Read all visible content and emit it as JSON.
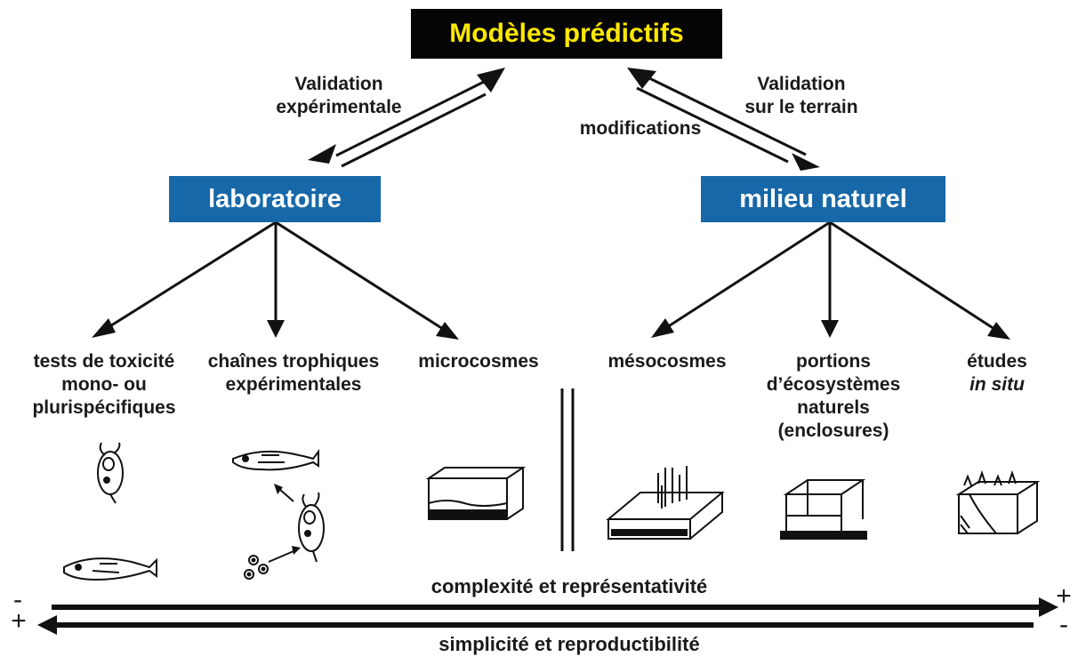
{
  "top": {
    "title": "Modèles prédictifs"
  },
  "validation_left": {
    "line1": "Validation",
    "line2": "expérimentale"
  },
  "validation_right": {
    "line1": "Validation",
    "line2": "sur le terrain"
  },
  "modifications": "modifications",
  "laboratoire": "laboratoire",
  "milieu_naturel": "milieu naturel",
  "lab_items": {
    "tests": {
      "line1": "tests de toxicité",
      "line2": "mono- ou",
      "line3": "plurispécifiques"
    },
    "chaines": {
      "line1": "chaînes trophiques",
      "line2": "expérimentales"
    },
    "microcosmes": "microcosmes"
  },
  "nat_items": {
    "mesocosmes": "mésocosmes",
    "portions": {
      "line1": "portions",
      "line2": "d’écosystèmes",
      "line3": "naturels",
      "line4": "(enclosures)"
    },
    "etudes": {
      "line1": "études",
      "line2": "in situ"
    }
  },
  "bottom": {
    "complexite": "complexité et représentativité",
    "simplicite": "simplicité et reproductibilité",
    "left_top_sign": "-",
    "left_bottom_sign": "+",
    "right_top_sign": "+",
    "right_bottom_sign": "-"
  },
  "colors": {
    "top_box_bg": "#050505",
    "top_box_text": "#ffe800",
    "blue_box": "#1768a8",
    "arrow": "#111111"
  }
}
